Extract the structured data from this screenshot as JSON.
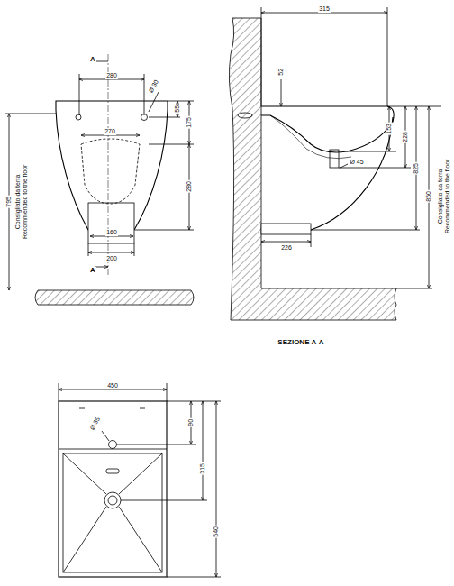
{
  "diagram": {
    "labels": [
      "A",
      "280",
      "Ø 30",
      "55",
      "175",
      "270",
      "280",
      "160",
      "200",
      "A",
      "795",
      "Consigliato da terra",
      "Recommended to the floor",
      "315",
      "52",
      "153",
      "228",
      "825",
      "850",
      "Consigliato da terra",
      "Recommended to the floor",
      "Ø 45",
      "226",
      "SEZIONE A-A",
      "450",
      "Ø 35",
      "90",
      "315",
      "540"
    ]
  }
}
